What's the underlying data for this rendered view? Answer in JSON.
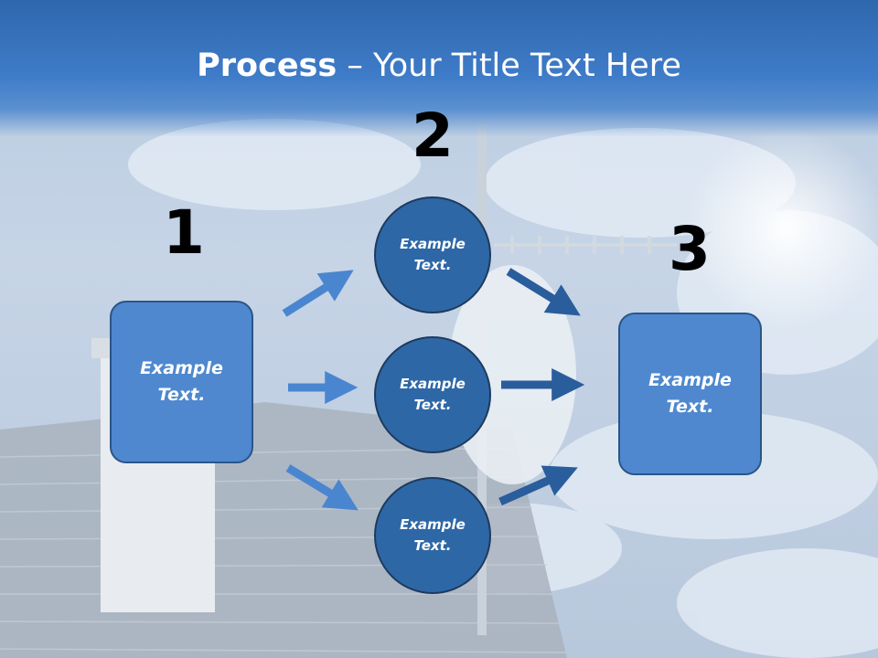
{
  "title": {
    "bold": "Process",
    "rest": " – Your Title Text Here"
  },
  "steps": [
    {
      "number": "1",
      "label": "Example Text."
    },
    {
      "number": "2",
      "items": [
        "Example Text.",
        "Example Text.",
        "Example Text."
      ]
    },
    {
      "number": "3",
      "label": "Example Text."
    }
  ],
  "colors": {
    "title_band": "#3a75c0",
    "box_fill": "#4f88cf",
    "circle_fill": "#2e67a6",
    "arrow_light": "#4a86d0",
    "arrow_dark": "#2a5d9c"
  }
}
